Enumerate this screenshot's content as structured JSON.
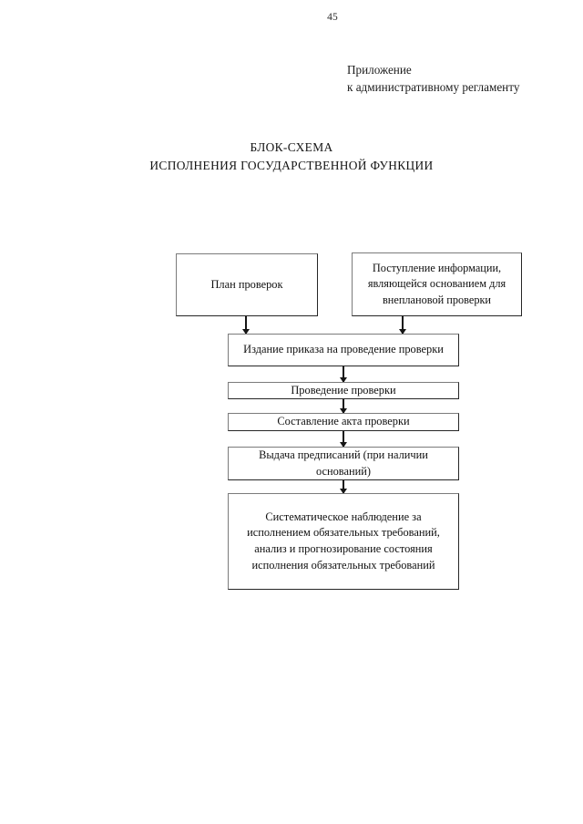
{
  "page": {
    "number": "45"
  },
  "header": {
    "line1": "Приложение",
    "line2": "к административному регламенту"
  },
  "title": {
    "line1": "БЛОК-СХЕМА",
    "line2": "ИСПОЛНЕНИЯ ГОСУДАРСТВЕННОЙ ФУНКЦИИ"
  },
  "flowchart": {
    "nodes": [
      {
        "id": "plan",
        "label": "План проверок"
      },
      {
        "id": "incoming",
        "label": "Поступление информации, являющейся основанием для внеплановой проверки"
      },
      {
        "id": "order",
        "label": "Издание приказа на проведение проверки"
      },
      {
        "id": "inspection",
        "label": "Проведение проверки"
      },
      {
        "id": "act",
        "label": "Составление акта проверки"
      },
      {
        "id": "prescript",
        "label": "Выдача предписаний (при наличии оснований)"
      },
      {
        "id": "monitoring",
        "label": "Систематическое наблюдение за исполнением обязательных требований, анализ и прогнозирование состояния исполнения обязательных требований"
      }
    ],
    "connectors": [
      {
        "from": "plan",
        "to": "order"
      },
      {
        "from": "incoming",
        "to": "order"
      },
      {
        "from": "order",
        "to": "inspection"
      },
      {
        "from": "inspection",
        "to": "act"
      },
      {
        "from": "act",
        "to": "prescript"
      },
      {
        "from": "prescript",
        "to": "monitoring"
      }
    ],
    "colors": {
      "node_border": "#7b7b7b",
      "node_border_shadow": "#262626",
      "node_fill": "#ffffff",
      "connector": "#151515",
      "text": "#111111"
    }
  }
}
